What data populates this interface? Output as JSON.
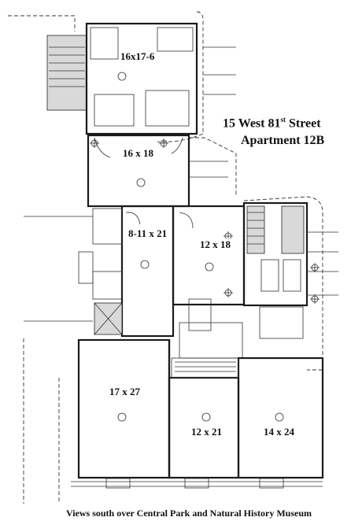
{
  "plan": {
    "address_line": "15 West 81",
    "address_suffix": "st",
    "address_street": " Street",
    "apartment": "Apartment 12B",
    "caption": "Views south over Central Park and Natural History Museum"
  },
  "rooms": {
    "kitchen": "16x17-6",
    "dining": "16 x 18",
    "gallery": "8-11 x 21",
    "bedroom_east": "12 x 18",
    "living": "17 x 27",
    "study": "12 x 21",
    "master_bedroom": "14 x 24"
  }
}
